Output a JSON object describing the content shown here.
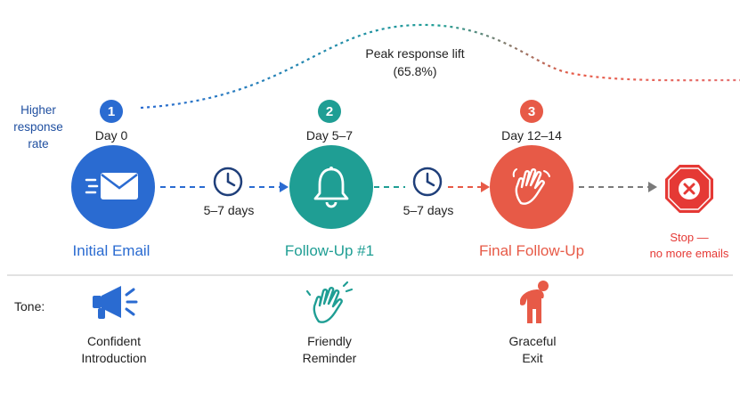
{
  "colors": {
    "blue": "#2a6bd1",
    "teal": "#1f9e94",
    "coral": "#e75a47",
    "red": "#e53935",
    "gray_arrow": "#7a7a7a",
    "text": "#222222"
  },
  "axis_label": "Higher\nresponse\nrate",
  "peak": {
    "line1": "Peak response lift",
    "line2": "(65.8%)"
  },
  "stages": [
    {
      "number": "1",
      "day": "Day 0",
      "title": "Initial Email",
      "icon": "envelope-icon"
    },
    {
      "number": "2",
      "day": "Day 5–7",
      "title": "Follow-Up #1",
      "icon": "bell-icon"
    },
    {
      "number": "3",
      "day": "Day 12–14",
      "title": "Final Follow-Up",
      "icon": "waving-hand-icon"
    }
  ],
  "waits": [
    {
      "label": "5–7 days",
      "icon": "clock-icon"
    },
    {
      "label": "5–7 days",
      "icon": "clock-icon"
    }
  ],
  "stop": {
    "line1": "Stop —",
    "line2": "no more emails",
    "icon": "stop-sign-icon"
  },
  "tone": {
    "label": "Tone:",
    "items": [
      {
        "line1": "Confident",
        "line2": "Introduction",
        "icon": "megaphone-icon"
      },
      {
        "line1": "Friendly",
        "line2": "Reminder",
        "icon": "hand-wave-icon"
      },
      {
        "line1": "Graceful",
        "line2": "Exit",
        "icon": "bowing-person-icon"
      }
    ]
  }
}
